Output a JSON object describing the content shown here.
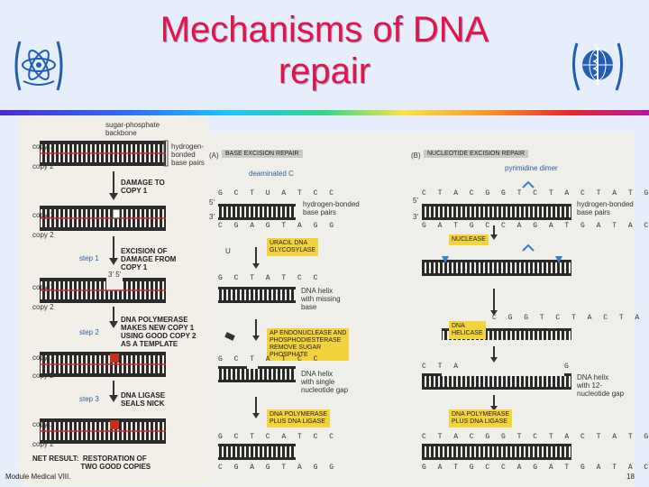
{
  "title": {
    "line1": "Mechanisms of DNA",
    "line2": "repair"
  },
  "left_figure": {
    "backbone_label": "sugar-phosphate\nbackbone",
    "hbond_label": "hydrogen-\nbonded\nbase pairs",
    "copy1": "copy 1",
    "copy2": "copy 2",
    "damage": "DAMAGE TO\nCOPY 1",
    "step1": "step 1",
    "step1_text": "EXCISION OF\nDAMAGE FROM\nCOPY 1",
    "ends": "3'   5'",
    "step2": "step 2",
    "step2_text": "DNA POLYMERASE\nMAKES NEW COPY 1\nUSING GOOD COPY 2\nAS A TEMPLATE",
    "step3": "step 3",
    "step3_text": "DNA LIGASE\nSEALS NICK",
    "net_result": "NET RESULT:  RESTORATION OF\n                        TWO GOOD COPIES"
  },
  "right_figure": {
    "panel_a_tag": "(A)",
    "panel_a_header": "BASE EXCISION REPAIR",
    "panel_b_tag": "(B)",
    "panel_b_header": "NUCLEOTIDE EXCISION REPAIR",
    "deaminated": "deaminated C",
    "pyrimidine": "pyrimidine dimer",
    "hbond_pairs": "hydrogen-bonded\nbase pairs",
    "a_top_seq": "G C T U A T C C",
    "a_bot_seq": "C G A G T A G G",
    "b_top_seq": "C T A C G G T C T A C T A T G G",
    "b_bot_seq": "G A T G C C A G A T G A T A C C",
    "five_prime": "5'",
    "three_prime": "3'",
    "u_label": "U",
    "uracil": "URACIL DNA\nGLYCOSYLASE",
    "nuclease": "NUCLEASE",
    "a_seq2": "G C T   A T C C",
    "missing_base": "DNA helix\nwith missing\nbase",
    "ap_enzyme": "AP ENDONUCLEASE AND\nPHOSPHODIESTERASE\nREMOVE SUGAR\nPHOSPHATE",
    "helicase": "DNA\nHELICASE",
    "b_seq_excised": "C G G T C T A C T A T G",
    "a_seq3": "G C T   A T C C",
    "single_gap": "DNA helix\nwith single\nnucleotide gap",
    "b_seq_cta": "C T A",
    "b_seq_g": "G",
    "gap12": "DNA helix\nwith 12-\nnucleotide gap",
    "pol_ligase": "DNA POLYMERASE\nPLUS DNA LIGASE",
    "a_final_top": "G C T C A T C C",
    "a_final_bot": "C G A G T A G G",
    "b_final_top": "C T A C G G T C T A C T A T G G",
    "b_final_bot": "G A T G C C A G A T G A T A C C"
  },
  "footer": "Module Medical VIII.",
  "page_number": "18",
  "colors": {
    "title": "#e8124a",
    "logo_blue": "#1f5fb5",
    "highlight": "#f3d33c",
    "damage_red": "#c0321e"
  }
}
